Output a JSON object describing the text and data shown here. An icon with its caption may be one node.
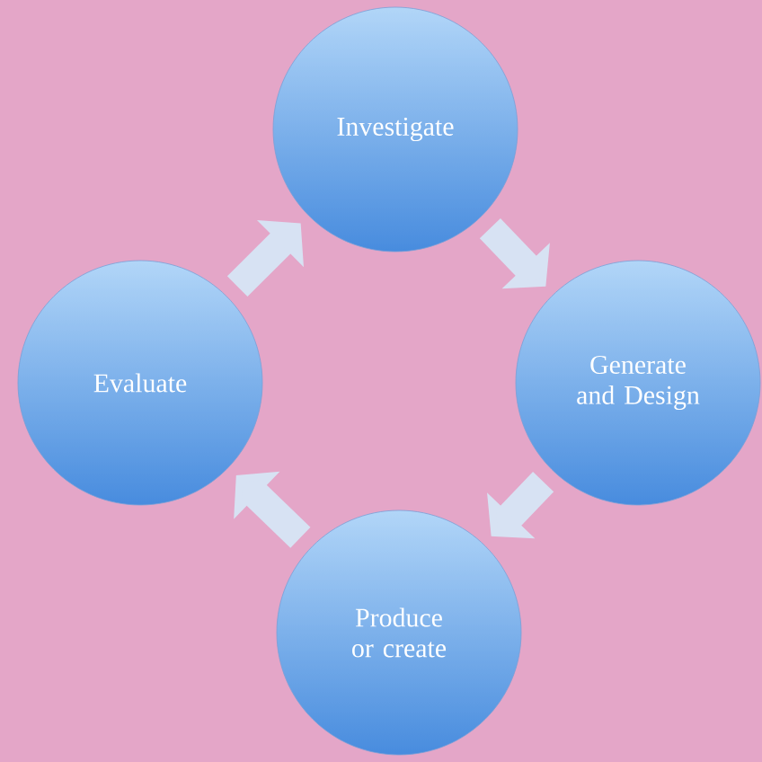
{
  "diagram": {
    "nodes": [
      {
        "text": [
          "Investigate"
        ]
      },
      {
        "text": [
          "Generate and Design"
        ]
      },
      {
        "text": [
          "Produce or create"
        ]
      },
      {
        "text": [
          "Evaluate"
        ]
      }
    ],
    "edges": [
      {
        "from": 0,
        "to": 1,
        "arrow": "to"
      },
      {
        "from": 1,
        "to": 2,
        "arrow": "to"
      },
      {
        "from": 2,
        "to": 3,
        "arrow": "to"
      },
      {
        "from": 3,
        "to": 0,
        "arrow": "to"
      }
    ]
  }
}
